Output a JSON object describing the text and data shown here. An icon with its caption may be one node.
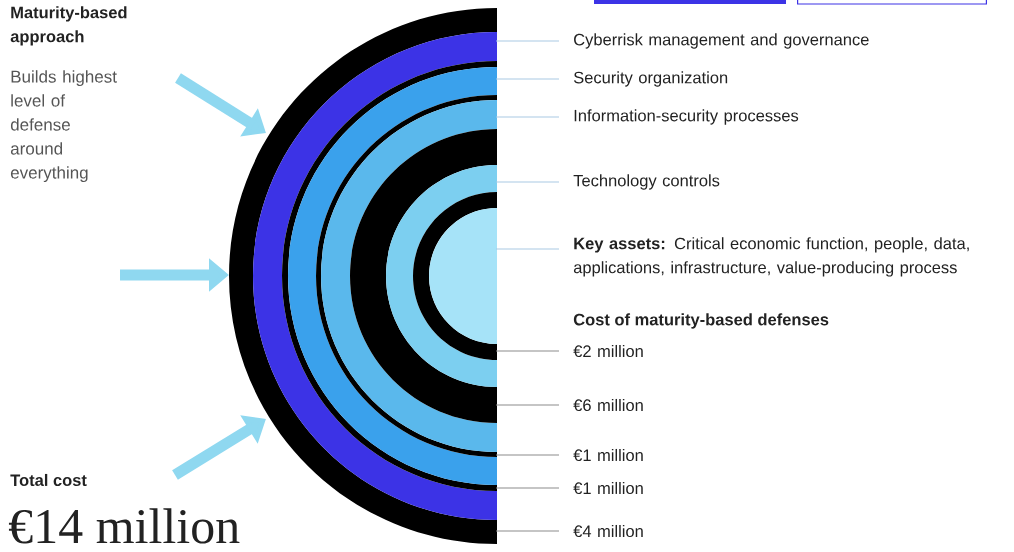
{
  "diagram": {
    "nodes": [
      {
        "text": [],
        "shape": "ring"
      },
      {
        "text": [],
        "shape": "ring"
      },
      {
        "text": [],
        "shape": "ring"
      },
      {
        "text": [],
        "shape": "ring"
      },
      {
        "text": [],
        "shape": "ring"
      },
      {
        "text": [],
        "shape": "ring"
      },
      {
        "text": [],
        "shape": "ring"
      },
      {
        "text": [],
        "shape": "ring"
      },
      {
        "text": [],
        "shape": "ring"
      },
      {
        "text": [],
        "shape": "semicircle"
      },
      {
        "text": [
          "Cyberrisk management and governance"
        ]
      },
      {
        "text": [
          "Security organization"
        ]
      },
      {
        "text": [
          "Information-security processes"
        ]
      },
      {
        "text": [
          "Technology controls"
        ]
      },
      {
        "text": [
          "**Key assets:** Critical economic function, people, data, applications, infrastructure, value-producing process"
        ]
      },
      {
        "text": [
          "€2 million"
        ]
      },
      {
        "text": [
          "€6 million"
        ]
      },
      {
        "text": [
          "€1 million"
        ]
      },
      {
        "text": [
          "€1 million"
        ]
      },
      {
        "text": [
          "€4 million"
        ]
      }
    ],
    "edges": [
      {
        "from": 10,
        "to": 1,
        "arrow": "none",
        "color": "#a9c9e4"
      },
      {
        "from": 11,
        "to": 3,
        "arrow": "none",
        "color": "#a9c9e4"
      },
      {
        "from": 12,
        "to": 5,
        "arrow": "none",
        "color": "#a9c9e4"
      },
      {
        "from": 13,
        "to": 7,
        "arrow": "none",
        "color": "#a9c9e4"
      },
      {
        "from": 14,
        "to": 9,
        "arrow": "none",
        "color": "#a9c9e4"
      },
      {
        "from": 15,
        "to": 8,
        "arrow": "none"
      },
      {
        "from": 16,
        "to": 6,
        "arrow": "none"
      },
      {
        "from": 17,
        "to": 4,
        "arrow": "none"
      },
      {
        "from": 18,
        "to": 2,
        "arrow": "none"
      },
      {
        "from": 19,
        "to": 0,
        "arrow": "none"
      },
      {
        "from": null,
        "to": 0,
        "arrow": "to",
        "style": "thick",
        "color": "#8fd8f0"
      },
      {
        "from": null,
        "to": 0,
        "arrow": "to",
        "style": "thick",
        "color": "#8fd8f0"
      },
      {
        "from": null,
        "to": 0,
        "arrow": "to",
        "style": "thick",
        "color": "#8fd8f0"
      }
    ],
    "labels": [
      "Maturity-based approach",
      "Builds highest level of defense around everything",
      "Cost of maturity-based defenses",
      "Total cost",
      "€14 million"
    ]
  }
}
